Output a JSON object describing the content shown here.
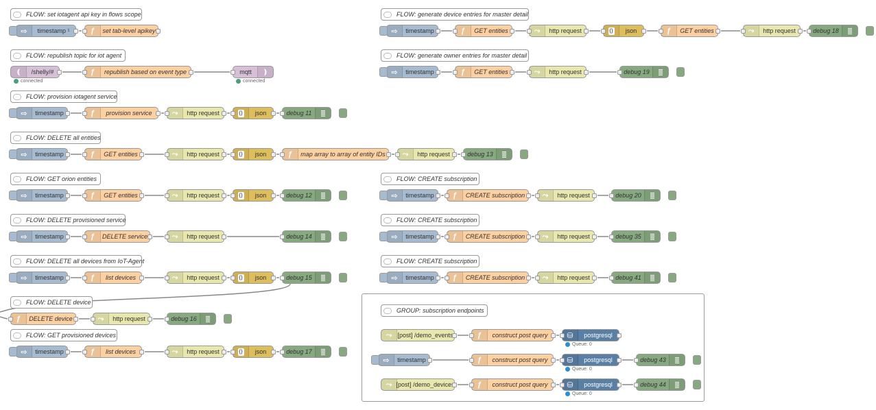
{
  "colors": {
    "inject": "#a6bbcf",
    "function": "#fdd0a2",
    "http": "#e7e7ae",
    "json": "#debd5c",
    "debug": "#87a980",
    "mqtt": "#d8bfd8",
    "postgres": "#5a7fa5",
    "wire": "#888888",
    "group_border": "#999999",
    "status_connected": "#4c9e7a",
    "status_queue": "#2b8fd6"
  },
  "comments": [
    {
      "name": "flow-comment-set-api-key",
      "text": "FLOW: set iotagent api key in flows scope"
    },
    {
      "name": "flow-comment-republish",
      "text": "FLOW: republish topic for iot agent"
    },
    {
      "name": "flow-comment-provision-service",
      "text": "FLOW: provision iotagent service"
    },
    {
      "name": "flow-comment-delete-all-entities",
      "text": "FLOW: DELETE all entities"
    },
    {
      "name": "flow-comment-get-orion-entities",
      "text": "FLOW: GET orion entities"
    },
    {
      "name": "flow-comment-delete-provisioned-service",
      "text": "FLOW: DELETE provisioned service"
    },
    {
      "name": "flow-comment-delete-all-devices",
      "text": "FLOW: DELETE all devices from IoT-Agent"
    },
    {
      "name": "flow-comment-delete-device",
      "text": "FLOW: DELETE device"
    },
    {
      "name": "flow-comment-get-provisioned-devices",
      "text": "FLOW: GET provisioned devices"
    },
    {
      "name": "flow-comment-generate-device-entries",
      "text": "FLOW: generate device entries for master detail"
    },
    {
      "name": "flow-comment-generate-owner-entries",
      "text": "FLOW: generate owner entries for master detail"
    },
    {
      "name": "flow-comment-create-subscription-1",
      "text": "FLOW: CREATE subscription"
    },
    {
      "name": "flow-comment-create-subscription-2",
      "text": "FLOW: CREATE subscription"
    },
    {
      "name": "flow-comment-create-subscription-3",
      "text": "FLOW: CREATE subscription"
    },
    {
      "name": "group-comment-subscription-endpoints",
      "text": "GROUP: subscription endpoints"
    }
  ],
  "nodes": {
    "inject_ts_1": "timestamp ¹",
    "set_tab_apikey": "set tab-level apikey",
    "mqtt_in": "/shelly/#",
    "republish": "republish based on event type",
    "mqtt_out": "mqtt",
    "status_connected": "connected",
    "timestamp": "timestamp",
    "provision_service": "provision service",
    "http_request": "http request",
    "json": "json",
    "get_entities": "GET entities",
    "map_array": "map array to array of entity IDs",
    "delete_service": "DELETE service",
    "list_devices": "list devices",
    "delete_device": "DELETE device",
    "create_subscription": "CREATE subscription",
    "post_demo_events": "[post] /demo_events",
    "post_demo_devices": "[post] /demo_devices",
    "construct_post_query": "construct post query",
    "postgresql": "postgresql",
    "queue": "Queue: 0",
    "debug_11": "debug 11",
    "debug_12": "debug 12",
    "debug_13": "debug 13",
    "debug_14": "debug 14",
    "debug_15": "debug 15",
    "debug_16": "debug 16",
    "debug_17": "debug 17",
    "debug_18": "debug 18",
    "debug_19": "debug 19",
    "debug_20": "debug 20",
    "debug_35": "debug 35",
    "debug_41": "debug 41",
    "debug_43": "debug 43",
    "debug_44": "debug 44"
  }
}
